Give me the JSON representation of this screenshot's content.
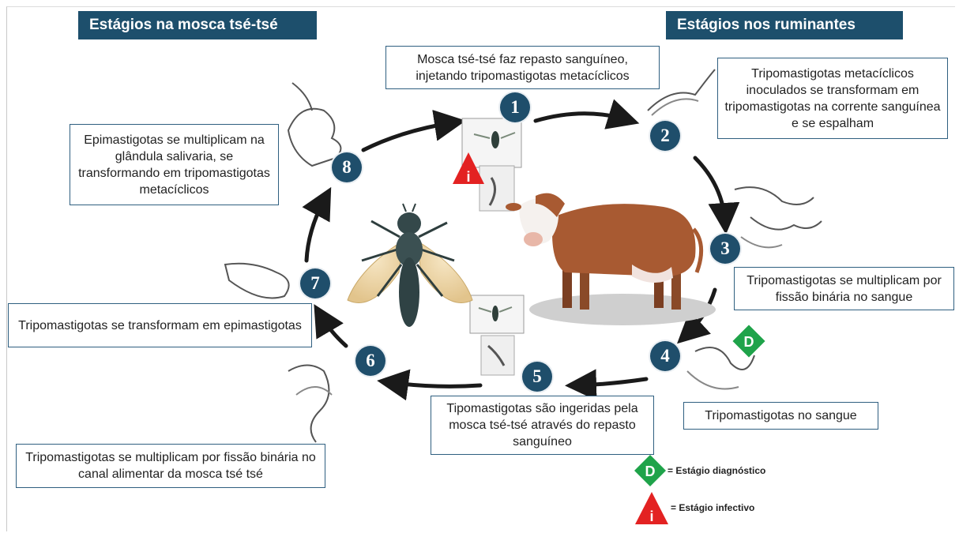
{
  "headers": {
    "fly_stages": "Estágios na mosca tsé-tsé",
    "ruminant_stages": "Estágios nos ruminantes"
  },
  "steps": [
    {
      "number": "1",
      "text": "Mosca tsé-tsé faz repasto sanguíneo, injetando tripomastigotas metacíclicos"
    },
    {
      "number": "2",
      "text": "Tripomastigotas metacíclicos inoculados se transformam em tripomastigotas na corrente sanguínea e se espalham"
    },
    {
      "number": "3",
      "text": "Tripomastigotas se multiplicam por fissão binária no sangue"
    },
    {
      "number": "4",
      "text": "Tripomastigotas no sangue"
    },
    {
      "number": "5",
      "text": "Tipomastigotas são ingeridas pela mosca tsé-tsé através do repasto sanguíneo"
    },
    {
      "number": "6",
      "text": "Tripomastigotas se multiplicam por fissão binária no canal alimentar da mosca tsé tsé"
    },
    {
      "number": "7",
      "text": "Tripomastigotas se transformam em epimastigotas"
    },
    {
      "number": "8",
      "text": "Epimastigotas se multiplicam na glândula salivaria, se transformando em tripomastigotas metacíclicos"
    }
  ],
  "badges": {
    "diagnostic_letter": "D",
    "infective_letter": "i"
  },
  "legend": {
    "diagnostic": "= Estágio diagnóstico",
    "infective": "= Estágio infectivo"
  },
  "colors": {
    "header_bg": "#1d4f6c",
    "number_circle": "#1f4e6b",
    "diagnostic_green": "#1fa34a",
    "infective_red": "#e32222",
    "cow_brown": "#a85a32"
  },
  "icons": [
    "tsetse-fly-icon",
    "cow-icon",
    "trypanosome-icon",
    "diagnostic-stage-icon",
    "infective-stage-icon"
  ]
}
